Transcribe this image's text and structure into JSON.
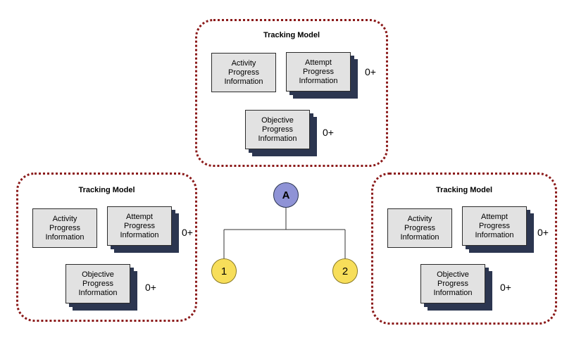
{
  "models": [
    {
      "title": "Tracking Model",
      "activity": "Activity\nProgress\nInformation",
      "attempt": "Attempt\nProgress\nInformation",
      "attempt_mult": "0+",
      "objective": "Objective\nProgress\nInformation",
      "objective_mult": "0+"
    },
    {
      "title": "Tracking Model",
      "activity": "Activity\nProgress\nInformation",
      "attempt": "Attempt\nProgress\nInformation",
      "attempt_mult": "0+",
      "objective": "Objective\nProgress\nInformation",
      "objective_mult": "0+"
    },
    {
      "title": "Tracking Model",
      "activity": "Activity\nProgress\nInformation",
      "attempt": "Attempt\nProgress\nInformation",
      "attempt_mult": "0+",
      "objective": "Objective\nProgress\nInformation",
      "objective_mult": "0+"
    }
  ],
  "tree": {
    "root": "A",
    "left_child": "1",
    "right_child": "2"
  },
  "colors": {
    "border": "#8b1a1a",
    "box_fill": "#e2e2e2",
    "shadow": "#2c3650",
    "root_node": "#8f93d6",
    "leaf_node": "#f7de5a"
  }
}
